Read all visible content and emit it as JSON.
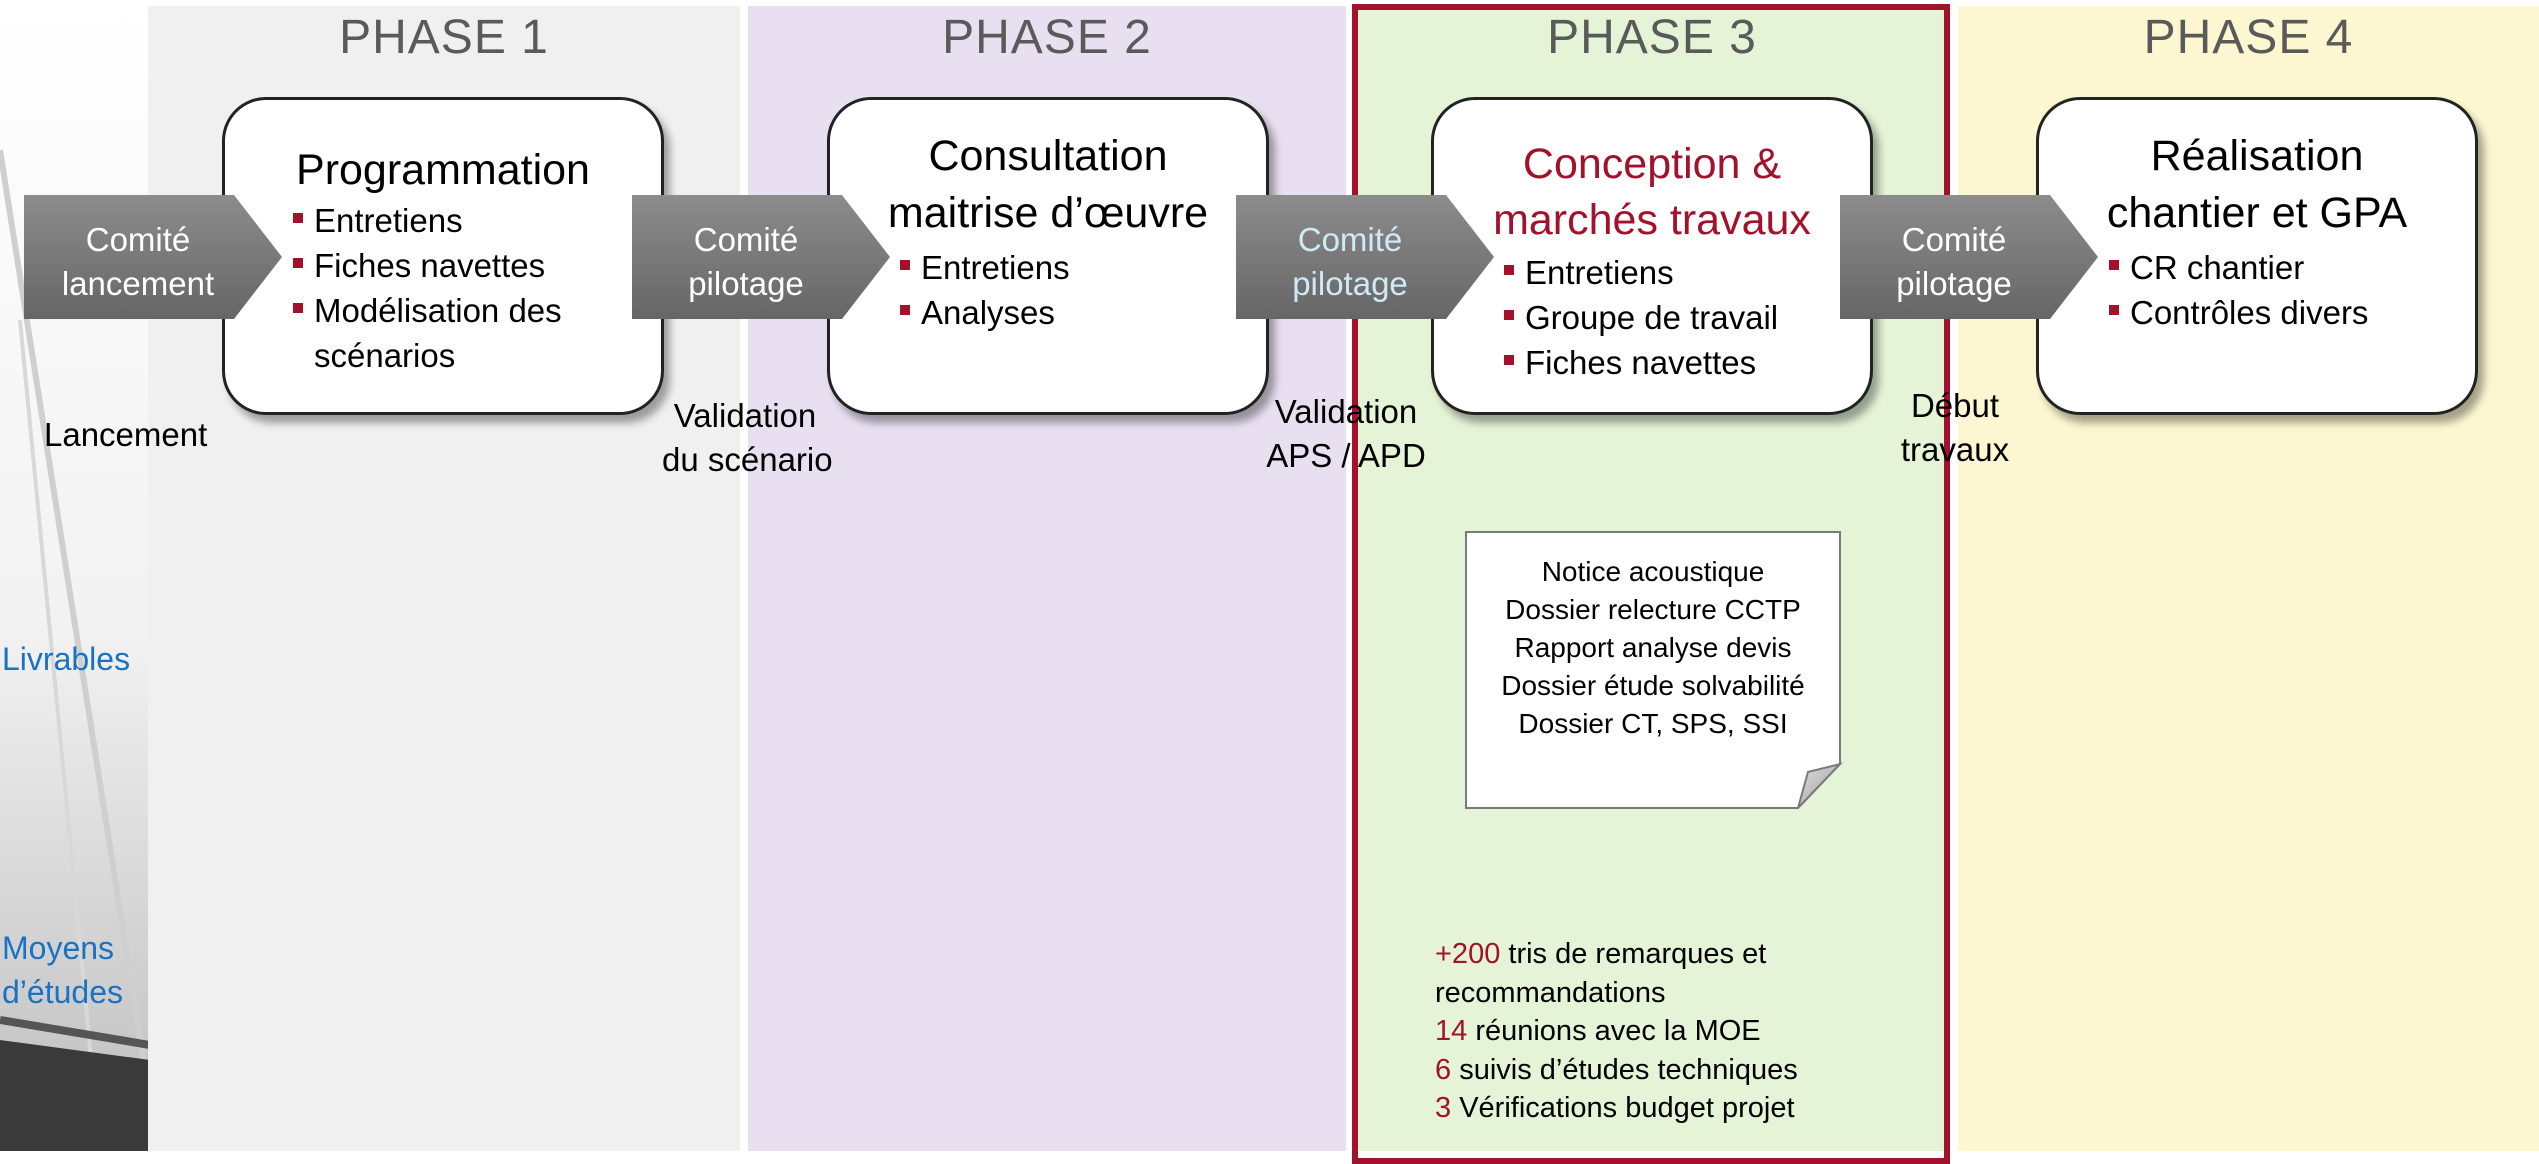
{
  "colors": {
    "phase1_bg": "#f0f0f0",
    "phase2_bg": "#e8dff1",
    "phase3_bg": "#e5f3d7",
    "phase4_bg": "#fcf7d0",
    "highlight_border": "#a3112a",
    "accent_red": "#a3112a",
    "label_blue": "#1a72c2",
    "arrow_gray": "#777777"
  },
  "phases": [
    {
      "title": "PHASE 1"
    },
    {
      "title": "PHASE 2"
    },
    {
      "title": "PHASE 3"
    },
    {
      "title": "PHASE 4"
    }
  ],
  "boxes": [
    {
      "title": "Programmation",
      "items": [
        "Entretiens",
        "Fiches navettes",
        "Modélisation des",
        "scénarios"
      ]
    },
    {
      "title_line1": "Consultation",
      "title_line2": "maitrise d’œuvre",
      "items": [
        "Entretiens",
        "Analyses"
      ]
    },
    {
      "title_line1": "Conception &",
      "title_line2": "marchés travaux",
      "items": [
        "Entretiens",
        "Groupe de travail",
        "Fiches navettes"
      ]
    },
    {
      "title_line1": "Réalisation",
      "title_line2": "chantier et GPA",
      "items": [
        "CR chantier",
        "Contrôles divers"
      ]
    }
  ],
  "arrows": [
    {
      "line1": "Comité",
      "line2": "lancement"
    },
    {
      "line1": "Comité",
      "line2": "pilotage"
    },
    {
      "line1": "Comité",
      "line2": "pilotage"
    },
    {
      "line1": "Comité",
      "line2": "pilotage"
    }
  ],
  "milestones": [
    {
      "line1": "Lancement"
    },
    {
      "line1": "Validation",
      "line2": "du scénario"
    },
    {
      "line1": "Validation",
      "line2": "APS / APD"
    },
    {
      "line1": "Début",
      "line2": "travaux"
    }
  ],
  "side_labels": {
    "livrables": "Livrables",
    "moyens_line1": "Moyens",
    "moyens_line2": "d’études"
  },
  "deliverables_doc": [
    "Notice acoustique",
    "Dossier relecture CCTP",
    "Rapport analyse devis",
    "Dossier étude solvabilité",
    "Dossier CT, SPS, SSI"
  ],
  "stats": [
    {
      "num": "+200",
      "text": " tris de remarques et"
    },
    {
      "num": "",
      "text": "recommandations"
    },
    {
      "num": "14",
      "text": " réunions avec la MOE"
    },
    {
      "num": "6",
      "text": " suivis d’études techniques"
    },
    {
      "num": "3",
      "text": " Vérifications budget projet"
    }
  ]
}
